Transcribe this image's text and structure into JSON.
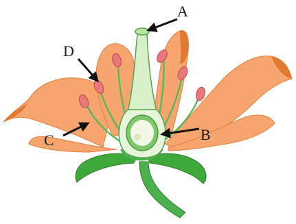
{
  "diagram": {
    "labels": {
      "a": "A",
      "b": "B",
      "c": "C",
      "d": "D"
    },
    "colors": {
      "petal": "#f6a56e",
      "petal_edge": "#e07a30",
      "petal_shadow": "#e88a45",
      "filament": "#5cb85c",
      "anther": "#e8787a",
      "pistil": "#d8f0c8",
      "ovary": "#7cc86a",
      "sepal": "#3fa83a",
      "stem": "#4caf50",
      "arrow": "#111111"
    }
  }
}
